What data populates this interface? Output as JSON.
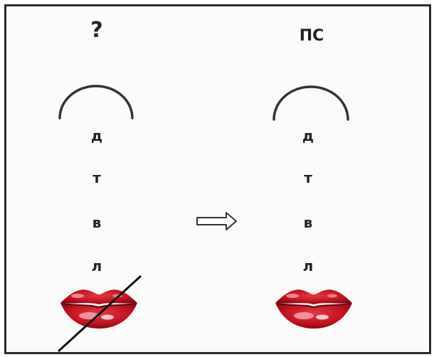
{
  "left_panel": {
    "title": "?",
    "letters": [
      "д",
      "т",
      "в",
      "л"
    ],
    "icons": [
      "arc-icon",
      "lips-icon",
      "strike-line"
    ]
  },
  "right_panel": {
    "title": "ПС",
    "letters": [
      "д",
      "т",
      "в",
      "л"
    ],
    "icons": [
      "arc-icon",
      "lips-icon"
    ]
  },
  "arrow": {
    "icon": "double-arrow-right-icon"
  },
  "colors": {
    "lips": "#c0101c",
    "lips_highlight": "#f4a6ac",
    "stroke": "#333333",
    "border": "#2a2a2a"
  }
}
